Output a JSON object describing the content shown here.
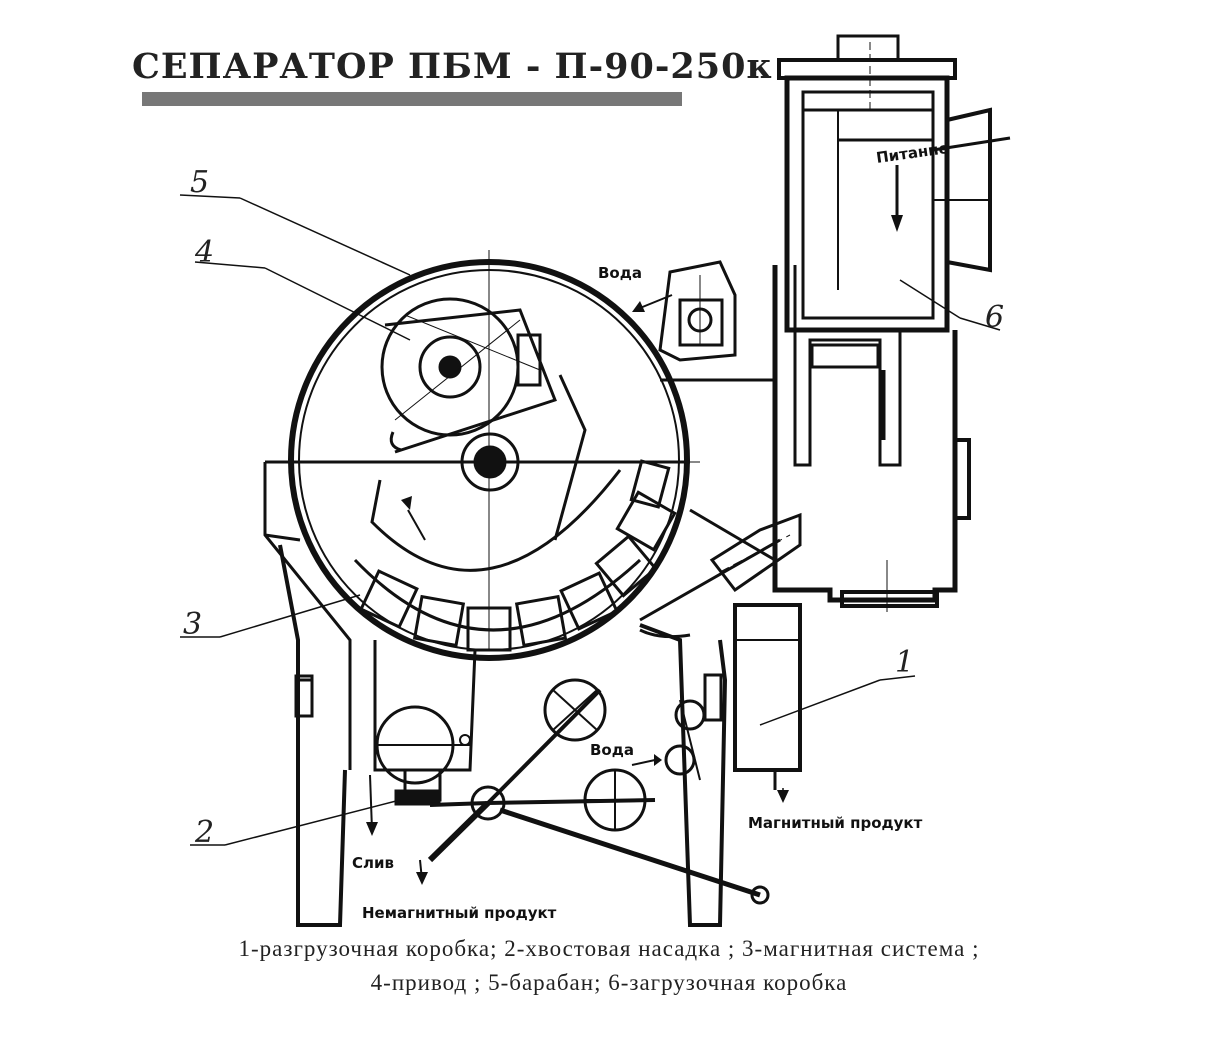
{
  "title": "СЕПАРАТОР  ПБМ - П-90-250к",
  "labels": {
    "voda_top": "Вода",
    "voda_bottom": "Вода",
    "pitanie": "Питание",
    "magnetic_product": "Магнитный продукт",
    "sliv": "Слив",
    "nonmagnetic_product": "Немагнитный продукт"
  },
  "callouts": {
    "n1": "1",
    "n2": "2",
    "n3": "3",
    "n4": "4",
    "n5": "5",
    "n6": "6"
  },
  "legend": {
    "line1": "1-разгрузочная коробка;  2-хвостовая насадка ; 3-магнитная система ;",
    "line2": "4-привод ; 5-барабан; 6-загрузочная коробка"
  }
}
